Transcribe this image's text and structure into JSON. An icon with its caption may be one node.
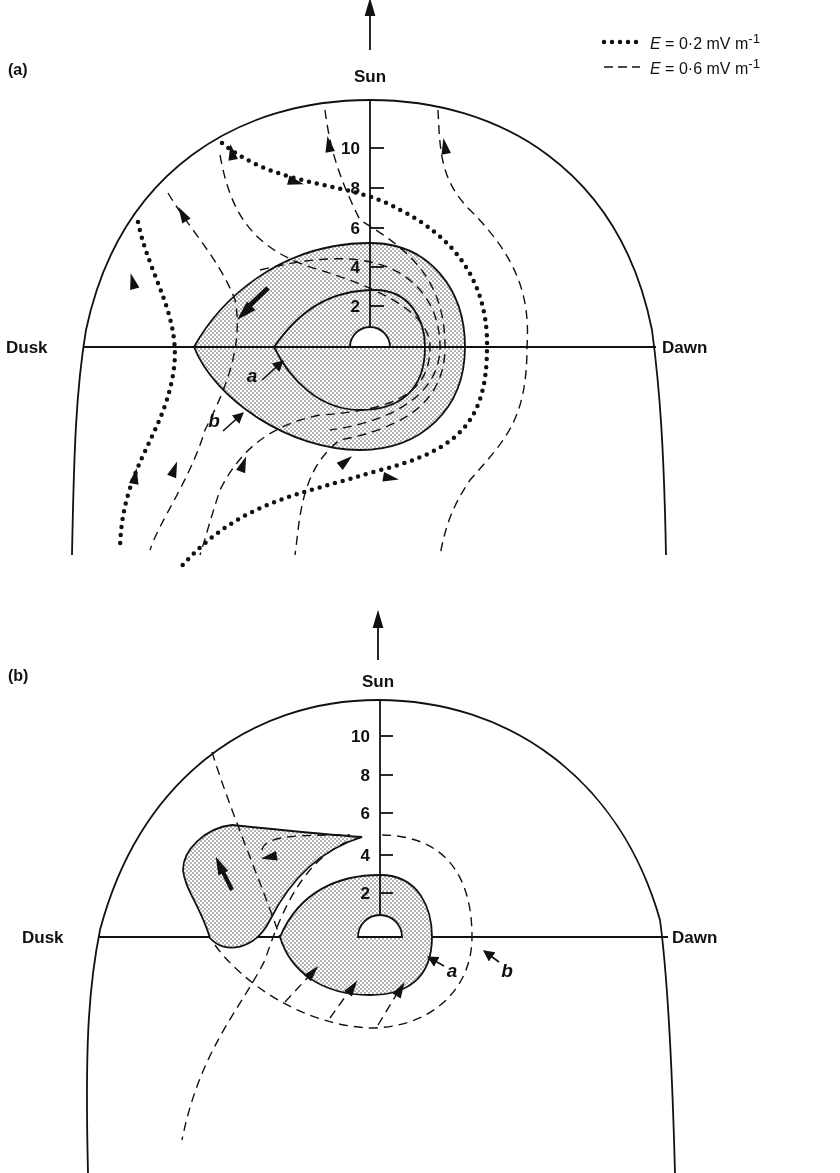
{
  "diagram": {
    "nodes": [
      {
        "text": [
          "a"
        ]
      },
      {
        "text": [
          "b"
        ]
      },
      {
        "text": [
          "a"
        ]
      },
      {
        "text": [
          "b"
        ]
      }
    ],
    "edges": [
      {
        "from": 0,
        "to": null,
        "arrow": "to"
      },
      {
        "from": 1,
        "to": null,
        "arrow": "to"
      },
      {
        "from": 2,
        "to": null,
        "arrow": "to"
      },
      {
        "from": 3,
        "to": null,
        "arrow": "to"
      }
    ],
    "labels": [
      "(a)",
      "Sun",
      "10",
      "8",
      "6",
      "4",
      "2",
      "Dusk",
      "Dawn",
      "(b)",
      "Sun",
      "10",
      "8",
      "6",
      "4",
      "2",
      "Dusk",
      "Dawn"
    ],
    "legend": [
      {
        "text": "*E* = 0·2 mV m$^{-1}$"
      },
      {
        "text": "*E* = 0·6 mV m$^{-1}$"
      }
    ]
  }
}
